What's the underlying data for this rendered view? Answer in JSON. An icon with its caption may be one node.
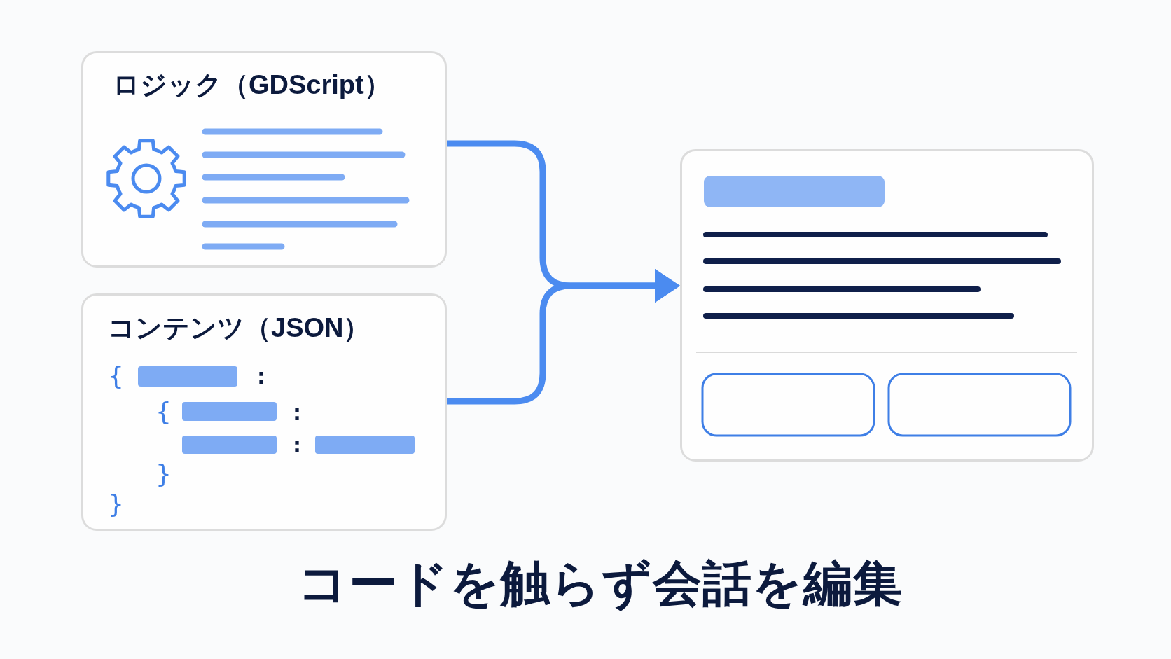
{
  "diagram": {
    "caption": "コードを触らず会話を編集",
    "nodes": [
      {
        "text": [
          "ロジック（GDScript）"
        ]
      },
      {
        "text": [
          "コンテンツ（JSON）",
          "{",
          ":",
          "{",
          ":",
          ":",
          "}",
          "}"
        ]
      },
      {
        "text": [],
        "shape": "picture"
      }
    ],
    "edges": [
      {
        "from": 0,
        "to": 2,
        "arrow": "to"
      },
      {
        "from": 1,
        "to": 2,
        "arrow": "to"
      }
    ]
  }
}
